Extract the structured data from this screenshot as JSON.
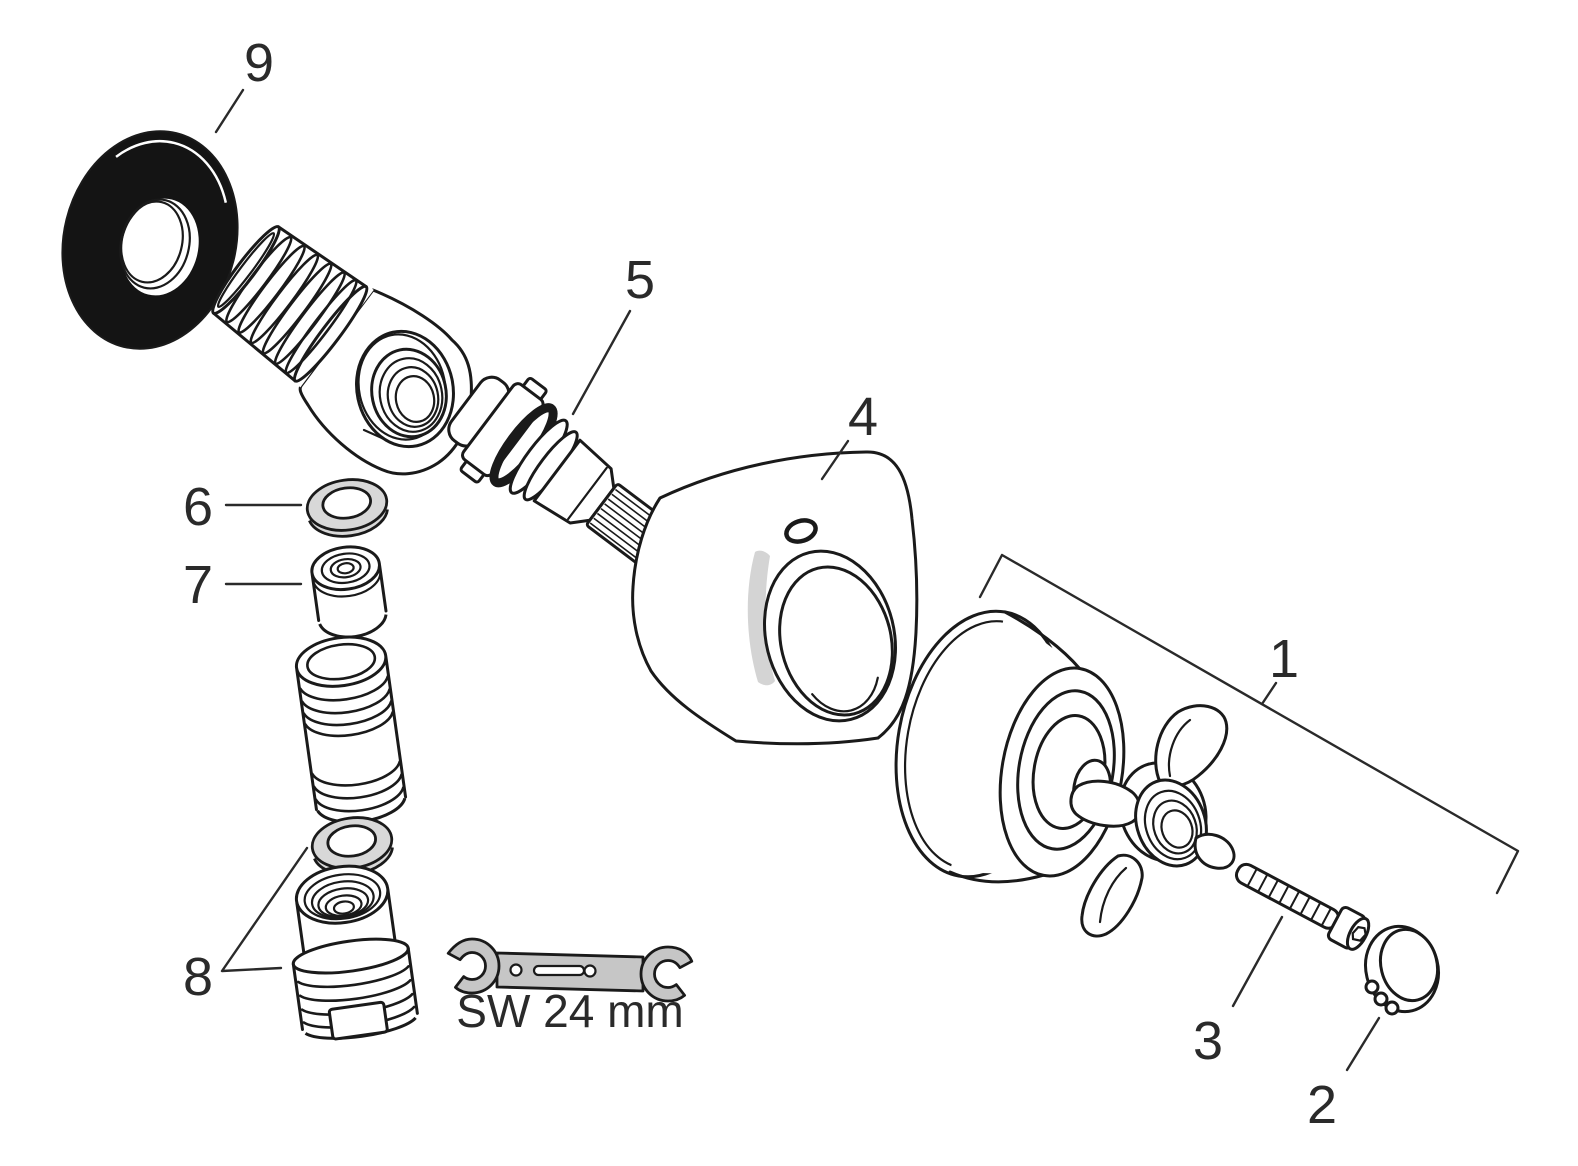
{
  "diagram": {
    "type": "exploded-parts-diagram",
    "part_labels": {
      "p1": "1",
      "p2": "2",
      "p3": "3",
      "p4": "4",
      "p5": "5",
      "p6": "6",
      "p7": "7",
      "p8": "8",
      "p9": "9"
    },
    "wrench": {
      "caption": "SW 24 mm"
    },
    "colors": {
      "background": "#ffffff",
      "line": "#1a1a1a",
      "label_text": "#2a2a2a",
      "seal_gray": "#d8d8d8",
      "tool_gray": "#c6c6c6",
      "flange_black": "#141414",
      "highlight_gray": "#d4d4d4"
    }
  }
}
